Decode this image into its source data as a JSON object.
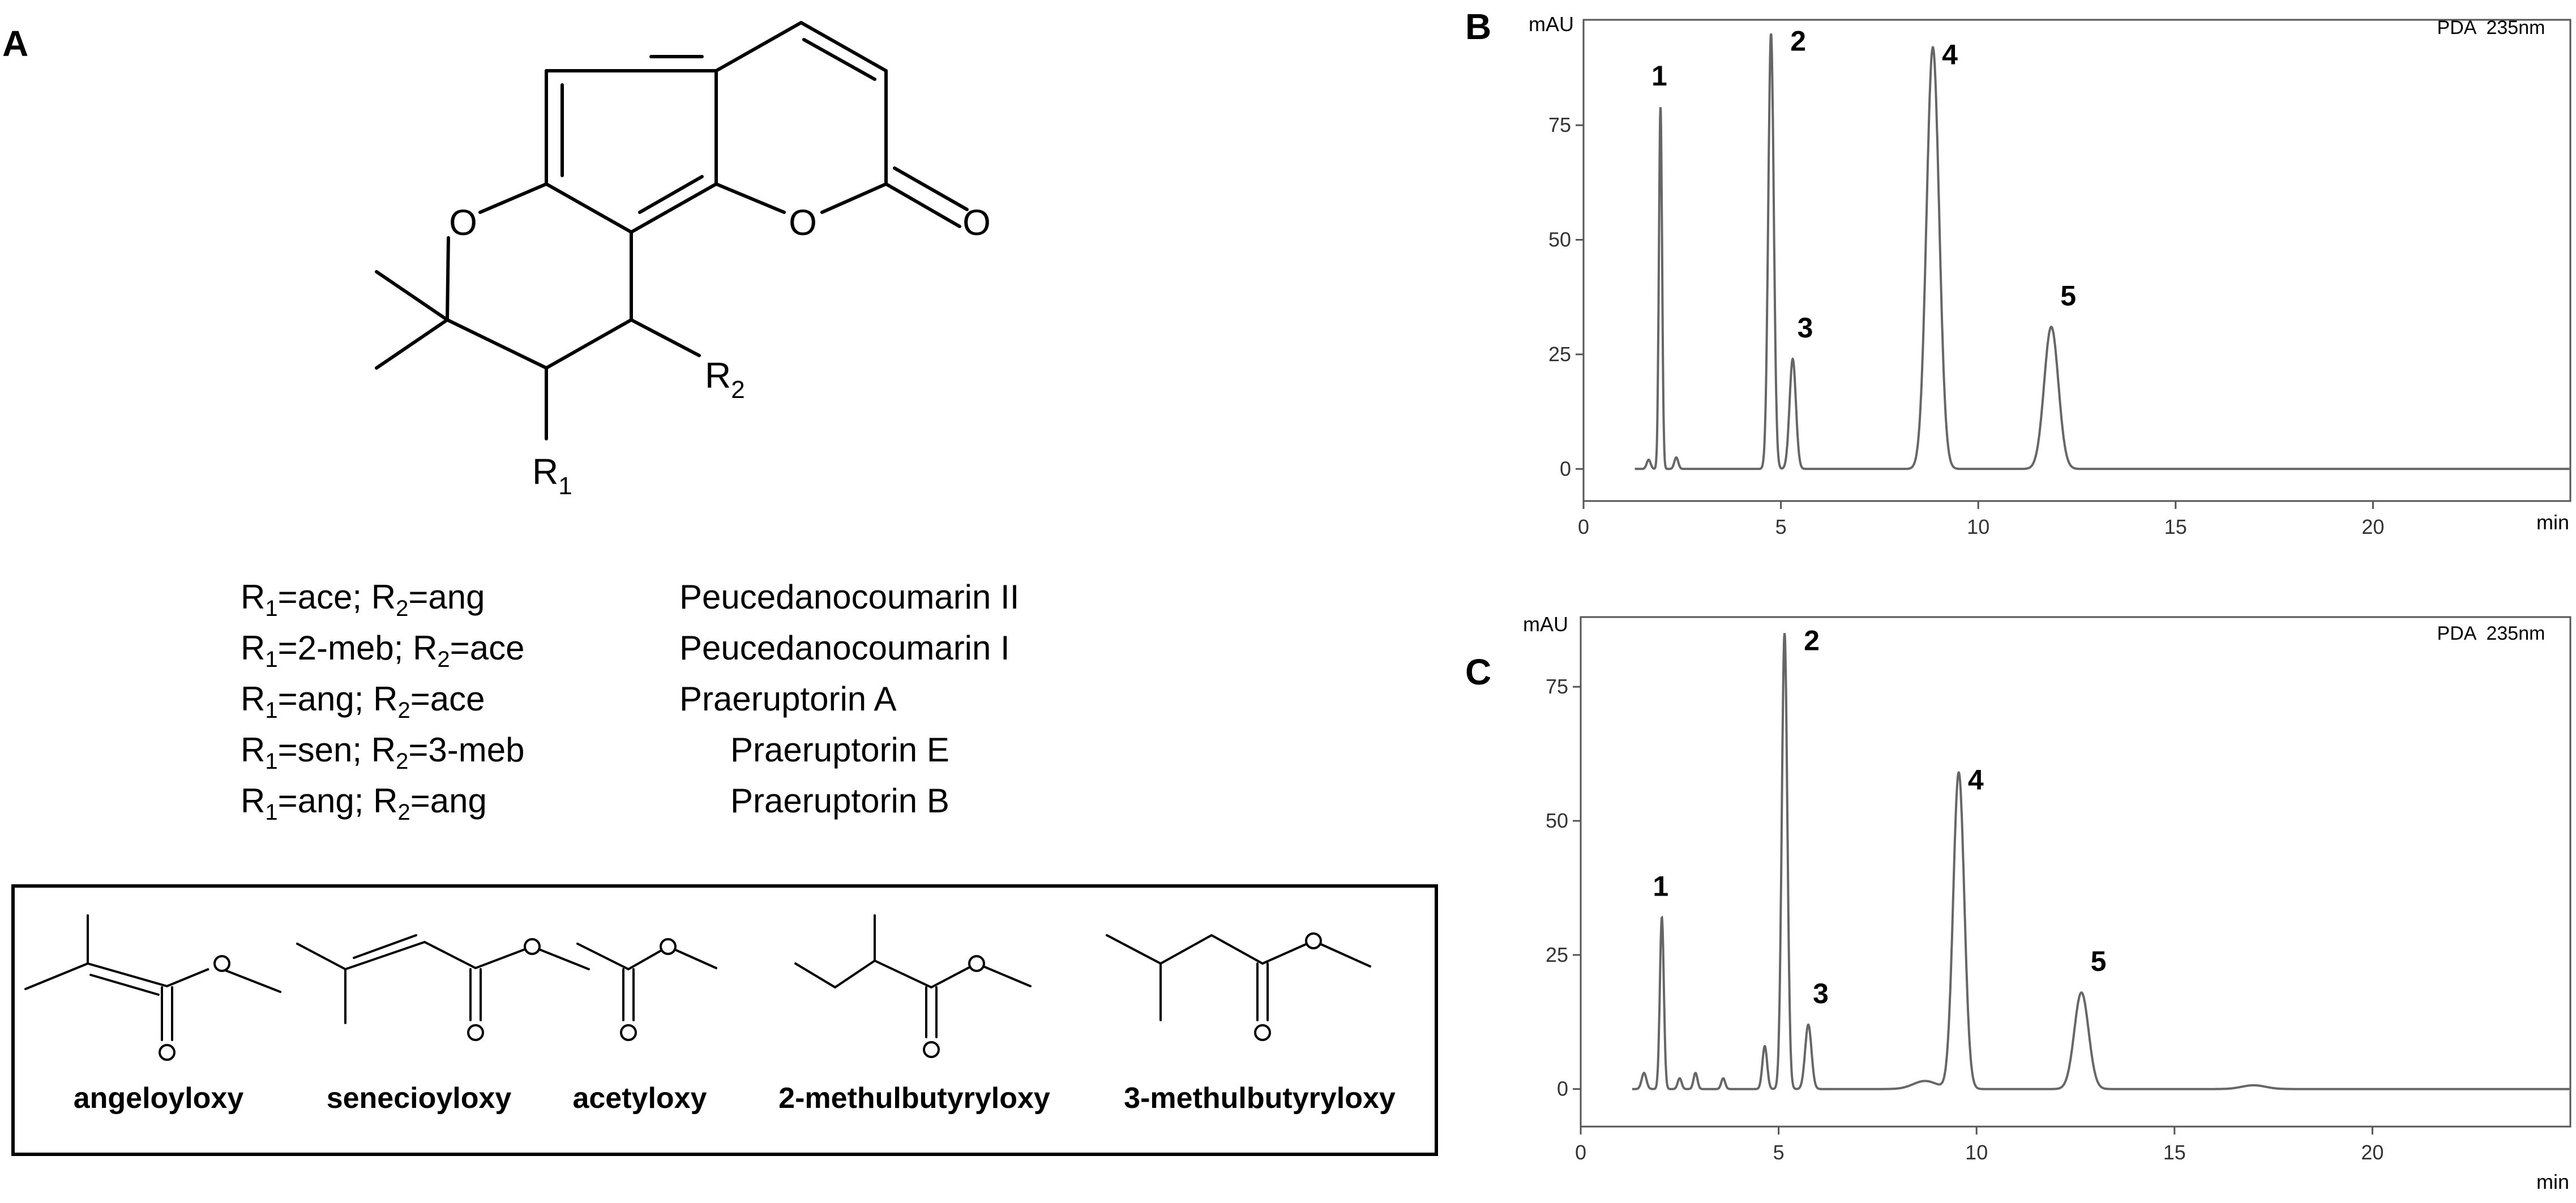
{
  "panels": {
    "a": "A",
    "b": "B",
    "c": "C"
  },
  "structure": {
    "atoms": {
      "o_ring": "O",
      "o_lactone": "O",
      "o_carbonyl": "O"
    },
    "r1": {
      "letter": "R",
      "sub": "1"
    },
    "r2": {
      "letter": "R",
      "sub": "2"
    }
  },
  "substituents": [
    {
      "r1": "ace",
      "r2": "ang",
      "name": "Peucedanocoumarin II"
    },
    {
      "r1": "2-meb",
      "r2": "ace",
      "name": "Peucedanocoumarin I"
    },
    {
      "r1": "ang",
      "r2": "ace",
      "name": "Praeruptorin A"
    },
    {
      "r1": "sen",
      "r2": "3-meb",
      "name": "Praeruptorin E"
    },
    {
      "r1": "ang",
      "r2": "ang",
      "name": "Praeruptorin B"
    }
  ],
  "r_row_text": {
    "r": "R",
    "one": "1",
    "two": "2",
    "eq": "=",
    "sep": "; "
  },
  "groups": [
    "angeloyloxy",
    "senecioyloxy",
    "acetyloxy",
    "2-methulbutyryloxy",
    "3-methulbutyryloxy"
  ],
  "chart_data": [
    {
      "panel": "B",
      "type": "line",
      "ylabel": "mAU",
      "xlabel": "min",
      "detector": "PDA  235nm",
      "xlim": [
        0,
        25
      ],
      "ylim": [
        -7,
        98
      ],
      "xticks": [
        0,
        5,
        10,
        15,
        20
      ],
      "yticks": [
        0,
        25,
        50,
        75
      ],
      "baseline": 0,
      "peaks": [
        {
          "label": "1",
          "rt": 1.95,
          "height": 79,
          "width": 0.04
        },
        {
          "label": "2",
          "rt": 4.75,
          "height": 95,
          "width": 0.07
        },
        {
          "label": "3",
          "rt": 5.3,
          "height": 24,
          "width": 0.08
        },
        {
          "label": "4",
          "rt": 8.85,
          "height": 92,
          "width": 0.16
        },
        {
          "label": "5",
          "rt": 11.85,
          "height": 31,
          "width": 0.18
        }
      ],
      "minor_peaks": [
        {
          "rt": 1.65,
          "height": 2,
          "width": 0.05
        },
        {
          "rt": 2.35,
          "height": 2.5,
          "width": 0.05
        }
      ]
    },
    {
      "panel": "C",
      "type": "line",
      "ylabel": "mAU",
      "xlabel": "min",
      "detector": "PDA  235nm",
      "xlim": [
        0,
        25
      ],
      "ylim": [
        -7,
        88
      ],
      "xticks": [
        0,
        5,
        10,
        15,
        20
      ],
      "yticks": [
        0,
        25,
        50,
        75
      ],
      "baseline": 0,
      "peaks": [
        {
          "label": "1",
          "rt": 2.05,
          "height": 32,
          "width": 0.05
        },
        {
          "label": "2",
          "rt": 5.15,
          "height": 85,
          "width": 0.07
        },
        {
          "label": "3",
          "rt": 5.75,
          "height": 12,
          "width": 0.08
        },
        {
          "label": "4",
          "rt": 9.55,
          "height": 59,
          "width": 0.14
        },
        {
          "label": "5",
          "rt": 12.65,
          "height": 18,
          "width": 0.18
        }
      ],
      "minor_peaks": [
        {
          "rt": 1.6,
          "height": 3,
          "width": 0.06
        },
        {
          "rt": 2.5,
          "height": 2,
          "width": 0.05
        },
        {
          "rt": 2.9,
          "height": 3,
          "width": 0.05
        },
        {
          "rt": 3.6,
          "height": 2,
          "width": 0.05
        },
        {
          "rt": 4.65,
          "height": 8,
          "width": 0.06
        },
        {
          "rt": 8.7,
          "height": 1.5,
          "width": 0.3
        },
        {
          "rt": 17.0,
          "height": 0.7,
          "width": 0.3
        }
      ]
    }
  ]
}
